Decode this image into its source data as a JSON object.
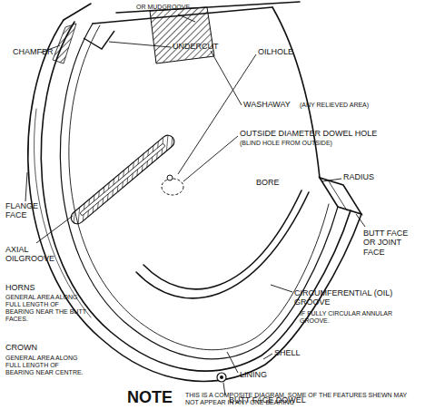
{
  "diagram": {
    "labels": [
      "OR MUDGROOVE",
      "UNDERCUT",
      "CHAMFER",
      "OILHOLE",
      "WASHAWAY",
      "(ANY RELIEVED AREA)",
      "OUTSIDE DIAMETER DOWEL HOLE",
      "(BLIND HOLE FROM OUTSIDE)",
      "BORE",
      "RADIUS",
      "FLANGE FACE",
      "BUTT FACE OR JOINT FACE",
      "AXIAL OILGROOVE",
      "HORNS",
      "GENERAL AREA ALONG FULL LENGTH OF BEARING NEAR THE BUTT FACES.",
      "CIRCUMFERENTIAL (OIL) GROOVE",
      "IF FULLY CIRCULAR ANNULAR GROOVE.",
      "SHELL",
      "LINING",
      "CROWN",
      "GENERAL AREA ALONG FULL LENGTH OF BEARING NEAR CENTRE.",
      "BUTT FACE DOWEL",
      "NOTE",
      "THIS IS A COMPOSITE DIAGRAM, SOME OF THE FEATURES SHEWN MAY NOT APPEAR IN ANY ONE BEARING"
    ]
  }
}
